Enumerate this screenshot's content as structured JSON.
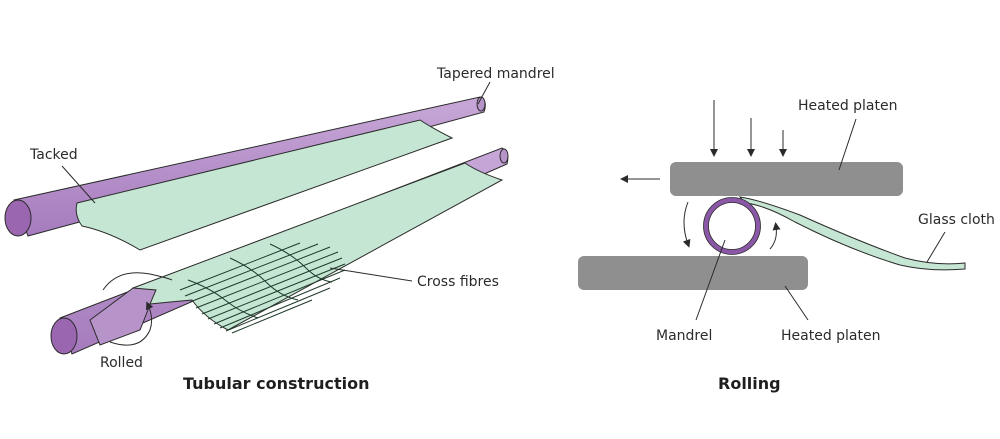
{
  "colors": {
    "mandrel": "#b693c8",
    "mandrel_end": "#9a66b0",
    "cloth": "#c4e6d2",
    "platen": "#8f8f8f",
    "ring": "#8a58a6",
    "text": "#2b2b2b"
  },
  "tubular": {
    "title": "Tubular construction",
    "labels": {
      "tapered_mandrel": "Tapered mandrel",
      "tacked": "Tacked",
      "cross_fibres": "Cross fibres",
      "rolled": "Rolled"
    }
  },
  "rolling": {
    "title": "Rolling",
    "labels": {
      "heated_platen_top": "Heated platen",
      "glass_cloth": "Glass cloth",
      "mandrel": "Mandrel",
      "heated_platen_bottom": "Heated platen"
    }
  }
}
